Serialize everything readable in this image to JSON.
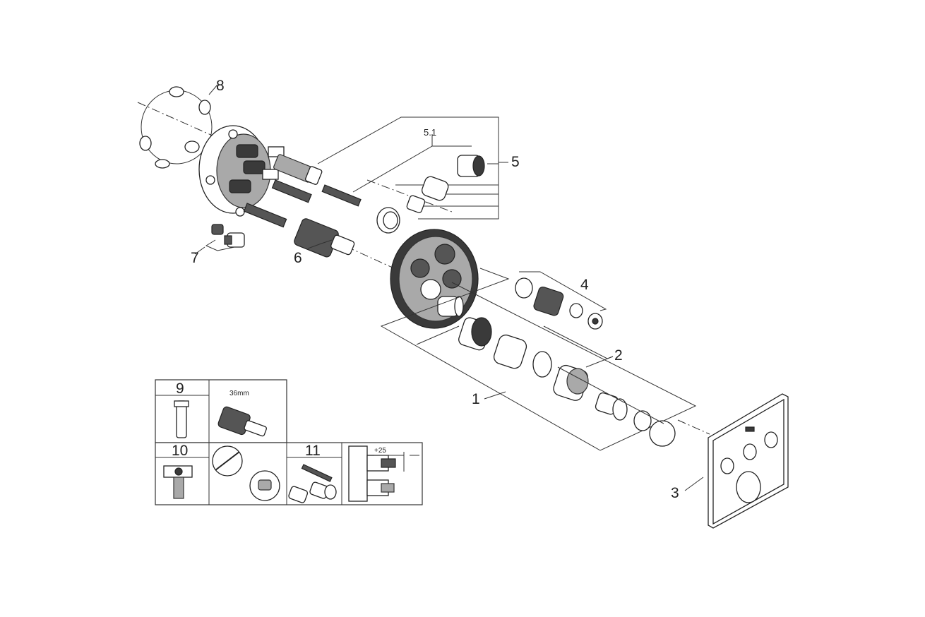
{
  "labels": {
    "l1": "1",
    "l2": "2",
    "l3": "3",
    "l4": "4",
    "l5": "5",
    "l5_1": "5.1",
    "l6": "6",
    "l7": "7",
    "l8": "8"
  },
  "accessories": {
    "a9": "9",
    "a9_size": "36mm",
    "a10": "10",
    "a11": "11",
    "a11_dim": "+25"
  }
}
